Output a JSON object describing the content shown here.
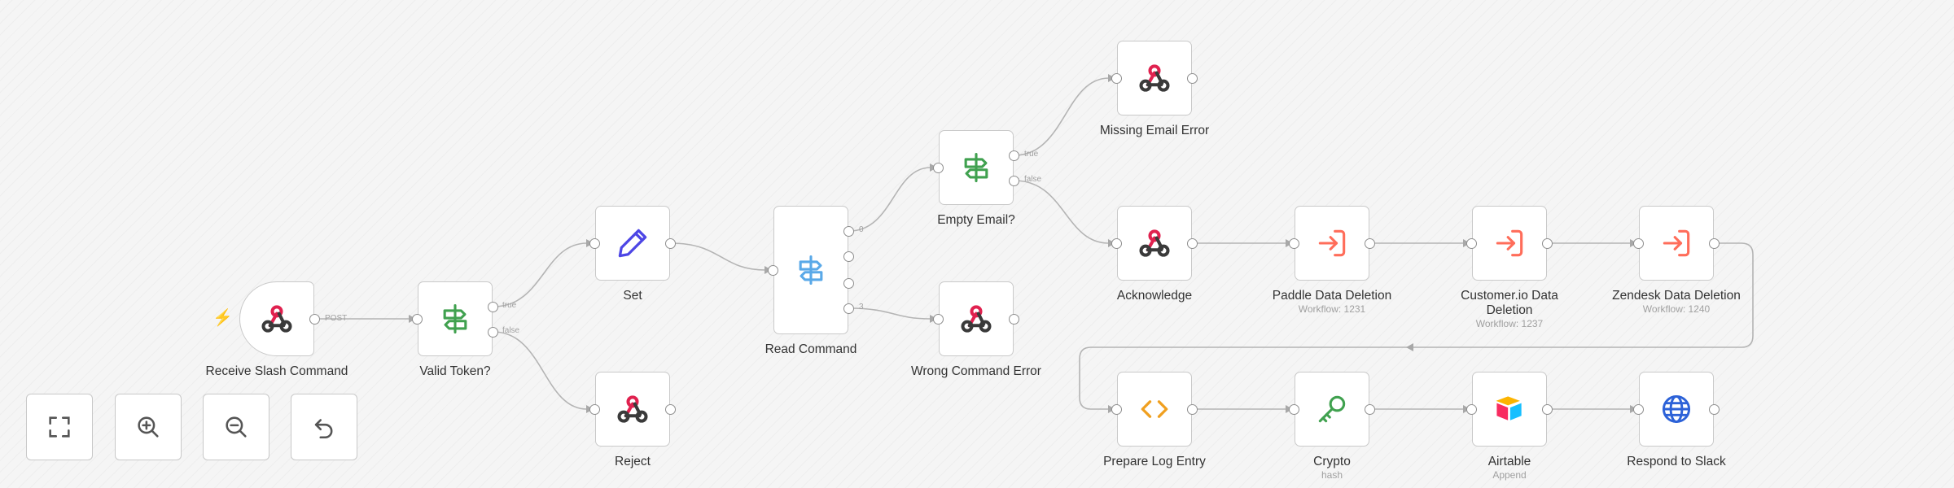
{
  "colors": {
    "webhook": "#3a3a3a",
    "if": "#40a14f",
    "set": "#4d46e5",
    "switch": "#5aa9e8",
    "execute": "#ff6d5a",
    "code": "#f0a020",
    "crypto": "#40a14f",
    "http": "#2d62d8",
    "bolt": "#ff6d5a"
  },
  "nodes": [
    {
      "id": "receive",
      "label": "Receive Slash Command",
      "subtitle": "",
      "icon": "webhook-icon"
    },
    {
      "id": "valid",
      "label": "Valid Token?",
      "subtitle": "",
      "icon": "signpost-icon"
    },
    {
      "id": "set",
      "label": "Set",
      "subtitle": "",
      "icon": "pencil-icon"
    },
    {
      "id": "reject",
      "label": "Reject",
      "subtitle": "",
      "icon": "webhook-icon"
    },
    {
      "id": "read",
      "label": "Read Command",
      "subtitle": "",
      "icon": "signpost-icon"
    },
    {
      "id": "empty",
      "label": "Empty Email?",
      "subtitle": "",
      "icon": "signpost-icon"
    },
    {
      "id": "wrong",
      "label": "Wrong Command Error",
      "subtitle": "",
      "icon": "webhook-icon"
    },
    {
      "id": "missing",
      "label": "Missing Email Error",
      "subtitle": "",
      "icon": "webhook-icon"
    },
    {
      "id": "ack",
      "label": "Acknowledge",
      "subtitle": "",
      "icon": "webhook-icon"
    },
    {
      "id": "paddle",
      "label": "Paddle Data Deletion",
      "subtitle": "Workflow: 1231",
      "icon": "execute-workflow-icon"
    },
    {
      "id": "customer",
      "label": "Customer.io Data Deletion",
      "subtitle": "Workflow: 1237",
      "icon": "execute-workflow-icon"
    },
    {
      "id": "zendesk",
      "label": "Zendesk Data Deletion",
      "subtitle": "Workflow: 1240",
      "icon": "execute-workflow-icon"
    },
    {
      "id": "prepare",
      "label": "Prepare Log Entry",
      "subtitle": "",
      "icon": "code-icon"
    },
    {
      "id": "crypto",
      "label": "Crypto",
      "subtitle": "hash",
      "icon": "key-icon"
    },
    {
      "id": "airtable",
      "label": "Airtable",
      "subtitle": "Append",
      "icon": "airtable-icon"
    },
    {
      "id": "respond",
      "label": "Respond to Slack",
      "subtitle": "",
      "icon": "globe-icon"
    }
  ],
  "handle_labels": {
    "post": "POST",
    "valid_true": "true",
    "valid_false": "false",
    "read_0": "0",
    "read_3": "3",
    "empty_true": "true",
    "empty_false": "false"
  },
  "controls": [
    {
      "id": "fit",
      "title": "Fit to view",
      "icon": "fullscreen-icon"
    },
    {
      "id": "zoomin",
      "title": "Zoom in",
      "icon": "zoom-in-icon"
    },
    {
      "id": "zoomout",
      "title": "Zoom out",
      "icon": "zoom-out-icon"
    },
    {
      "id": "reset",
      "title": "Reset zoom",
      "icon": "undo-icon"
    }
  ]
}
